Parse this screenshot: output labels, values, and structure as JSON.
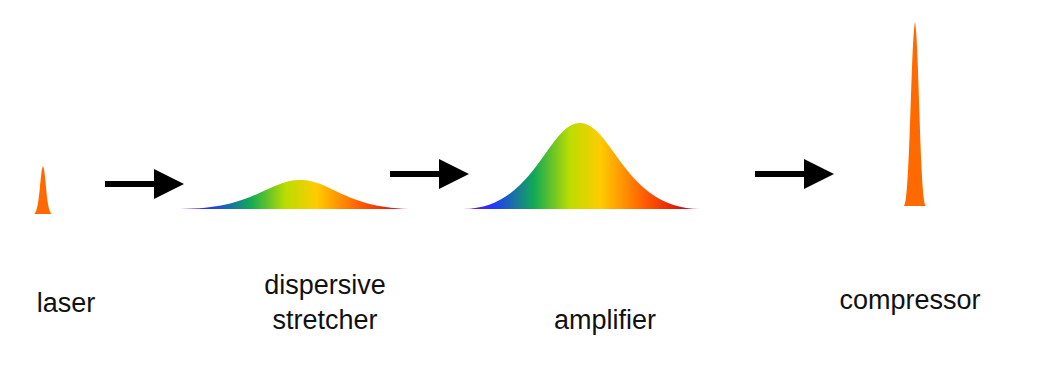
{
  "diagram": {
    "labels": [
      "laser",
      "dispersive stretcher",
      "amplifier",
      "compressor"
    ]
  }
}
